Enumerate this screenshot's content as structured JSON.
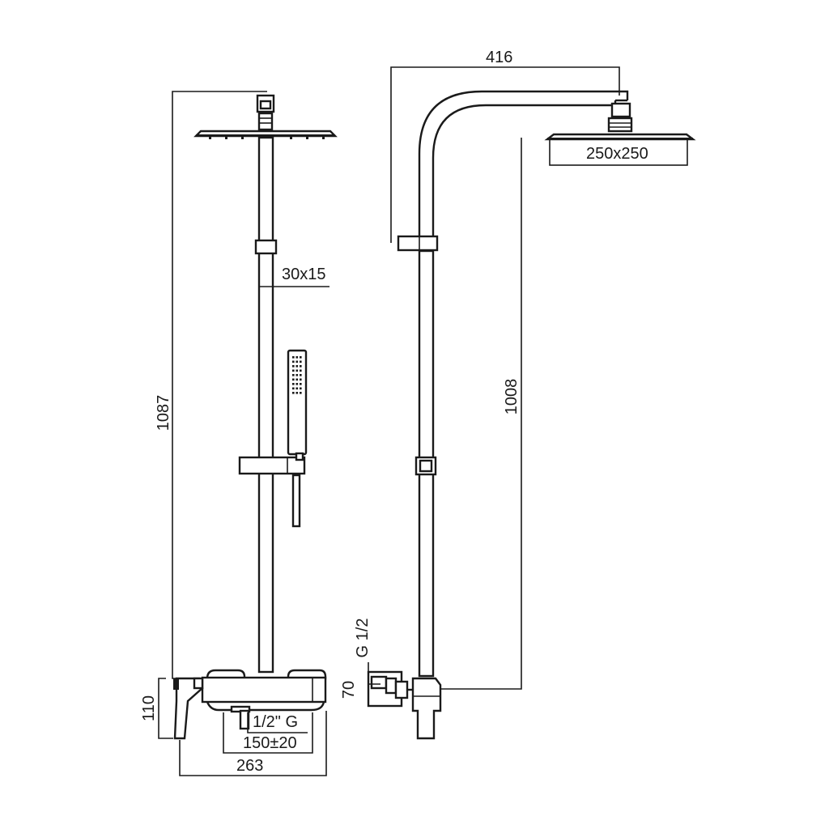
{
  "dimensions": {
    "front_height": "1087",
    "bar_section": "30x15",
    "mixer_height": "110",
    "inlet_thread": "1/2\" G",
    "inlet_spacing": "150±20",
    "mixer_width": "263",
    "arm_reach": "416",
    "head_size": "250x250",
    "side_height": "1008",
    "connector_thread": "G 1/2",
    "connector_depth": "70"
  }
}
